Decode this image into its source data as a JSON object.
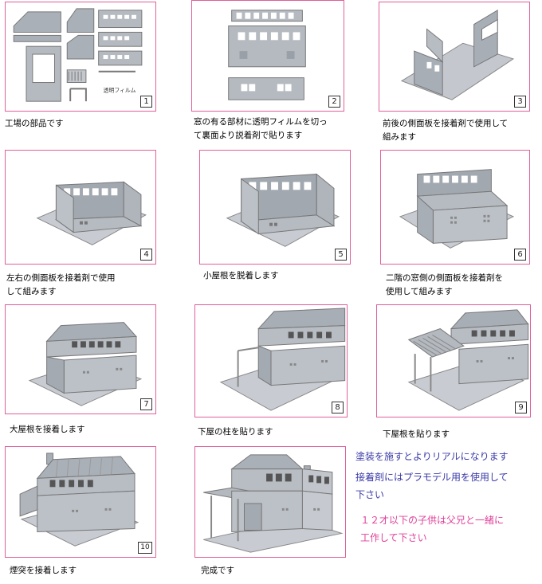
{
  "steps": [
    {
      "num": "1",
      "caption": "工場の部品です",
      "part_label": "透明フィルム"
    },
    {
      "num": "2",
      "caption": "窓の有る部材に透明フィルムを切っ\nて裏面より説着剤で貼ります"
    },
    {
      "num": "3",
      "caption": "前後の側面板を接着剤で使用して\n組みます"
    },
    {
      "num": "4",
      "caption": "左右の側面板を接着剤で使用\nして組みます"
    },
    {
      "num": "5",
      "caption": "小屋根を脱着します"
    },
    {
      "num": "6",
      "caption": "二階の窓側の側面板を接着剤を\n使用して組みます"
    },
    {
      "num": "7",
      "caption": "大屋根を接着します"
    },
    {
      "num": "8",
      "caption": "下屋の柱を貼ります"
    },
    {
      "num": "9",
      "caption": "下屋根を貼ります"
    },
    {
      "num": "10",
      "caption": "煙突を接着します"
    },
    {
      "num": "",
      "caption": "完成です"
    }
  ],
  "notes": {
    "line1": "塗装を施すとよりリアルになります",
    "line2": "接着剤にはプラモデル用を使用して\n下さい",
    "line3": "１２才以下の子供は父兄と一緒に\n工作して下さい",
    "color_blue": "#3a3aa8",
    "color_pink": "#e0409a"
  },
  "colors": {
    "frame": "#e0609a",
    "part": "#b7bcc3"
  }
}
